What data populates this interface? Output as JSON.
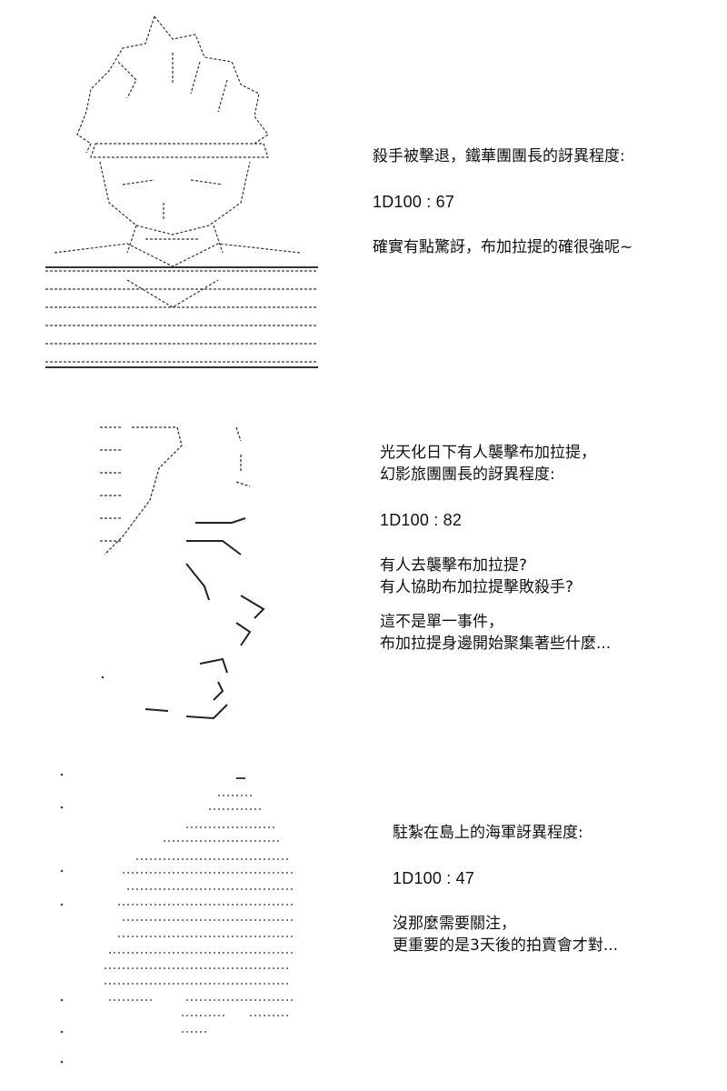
{
  "panels": [
    {
      "lines_a": [
        "殺手被擊退，鐵華團團長的訝異程度:"
      ],
      "dice": "1D100 : 67",
      "lines_b": [
        "確實有點驚訝，布加拉提的確很強呢~"
      ]
    },
    {
      "lines_a": [
        "光天化日下有人襲擊布加拉提，",
        "幻影旅團團長的訝異程度:"
      ],
      "dice": "1D100 : 82",
      "lines_b": [
        "有人去襲擊布加拉提?",
        "有人協助布加拉提擊敗殺手?"
      ],
      "lines_c": [
        "這不是單一事件，",
        "布加拉提身邊開始聚集著些什麼..."
      ]
    },
    {
      "lines_a": [
        "駐紮在島上的海軍訝異程度:"
      ],
      "dice": "1D100 : 47",
      "lines_b": [
        "沒那麼需要關注，",
        "更重要的是3天後的拍賣會才對..."
      ]
    }
  ]
}
